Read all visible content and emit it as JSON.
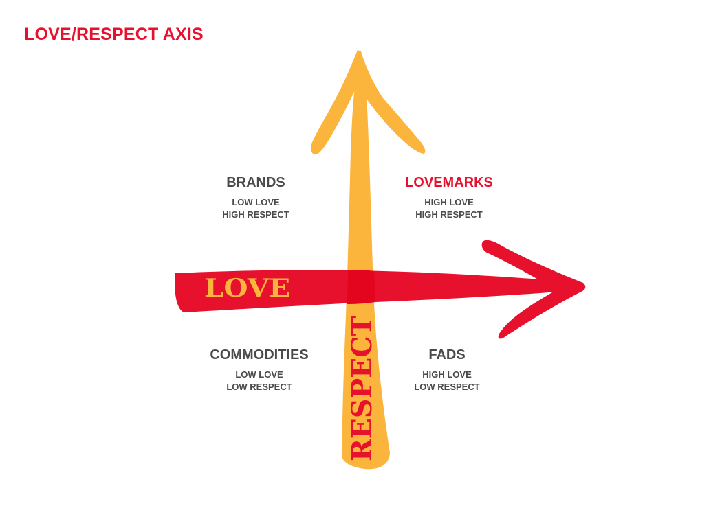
{
  "title": "LOVE/RESPECT AXIS",
  "colors": {
    "title": "#e8112d",
    "love_axis": "#e8112d",
    "respect_axis": "#fbb43c",
    "text_dark": "#4a4a4a",
    "highlight": "#e8112d"
  },
  "axes": {
    "horizontal": {
      "label": "LOVE",
      "label_color": "#fbb43c"
    },
    "vertical": {
      "label": "RESPECT",
      "label_color": "#e8112d"
    }
  },
  "quadrants": {
    "top_left": {
      "title": "BRANDS",
      "line1": "LOW LOVE",
      "line2": "HIGH RESPECT"
    },
    "top_right": {
      "title": "LOVEMARKS",
      "line1": "HIGH LOVE",
      "line2": "HIGH RESPECT",
      "title_color": "#e8112d"
    },
    "bottom_left": {
      "title": "COMMODITIES",
      "line1": "LOW LOVE",
      "line2": "LOW RESPECT"
    },
    "bottom_right": {
      "title": "FADS",
      "line1": "HIGH LOVE",
      "line2": "LOW RESPECT"
    }
  }
}
